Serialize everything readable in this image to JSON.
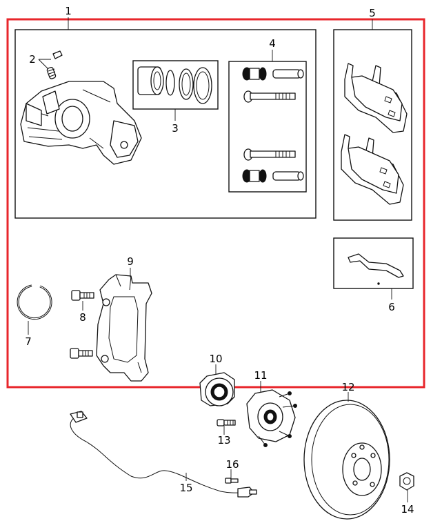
{
  "highlight_color": "#e8262b",
  "callouts": {
    "c1": "1",
    "c2": "2",
    "c3": "3",
    "c4": "4",
    "c5": "5",
    "c6": "6",
    "c7": "7",
    "c8": "8",
    "c9": "9",
    "c10": "10",
    "c11": "11",
    "c12": "12",
    "c13": "13",
    "c14": "14",
    "c15": "15",
    "c16": "16"
  }
}
